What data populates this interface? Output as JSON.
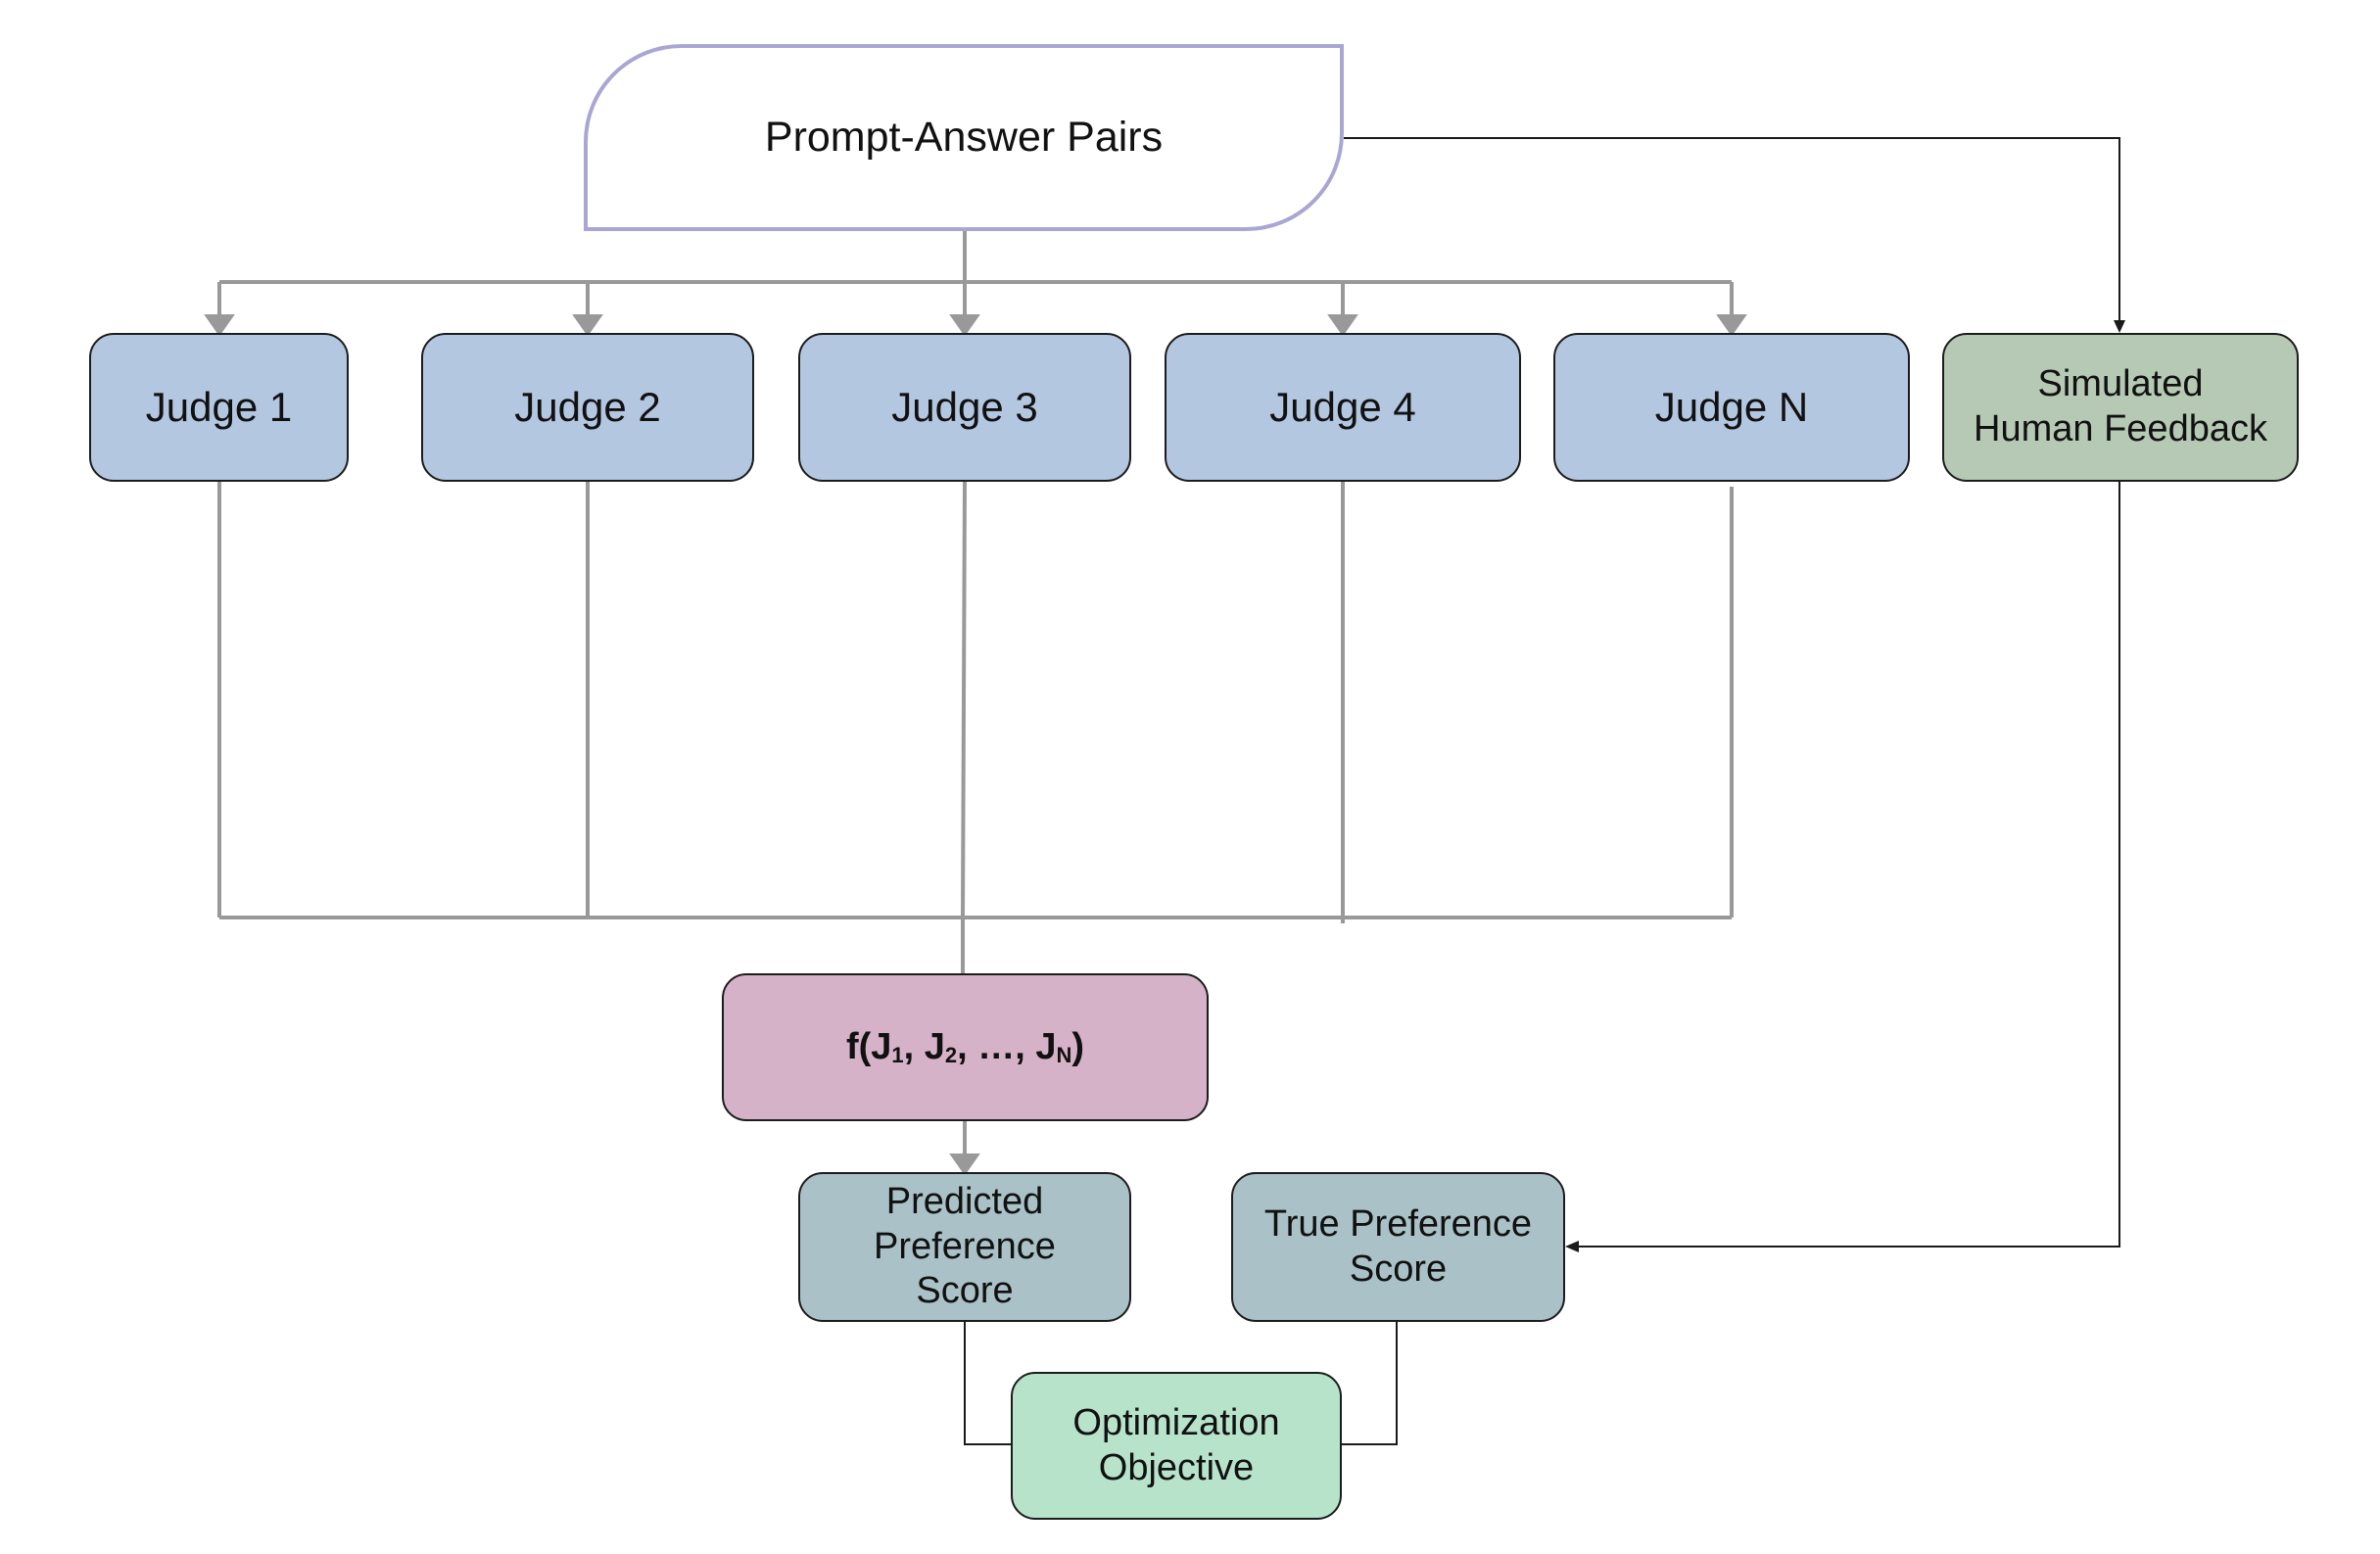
{
  "source": {
    "label": "Prompt-Answer Pairs"
  },
  "judges": [
    {
      "label": "Judge 1"
    },
    {
      "label": "Judge 2"
    },
    {
      "label": "Judge 3"
    },
    {
      "label": "Judge 4"
    },
    {
      "label": "Judge N"
    }
  ],
  "simulated_feedback": {
    "label": "Simulated\nHuman Feedback"
  },
  "aggregator": {
    "prefix": "f(J",
    "sub1": "1",
    "sep1": ", J",
    "sub2": "2",
    "sep2": ", …, J",
    "subN": "N",
    "suffix": ")"
  },
  "predicted_score": {
    "label": "Predicted\nPreference\nScore"
  },
  "true_score": {
    "label": "True Preference\nScore"
  },
  "objective": {
    "label": "Optimization\nObjective"
  },
  "colors": {
    "judge_fill": "#b3c7e1",
    "feedback_fill": "#b5c9b4",
    "aggregator_fill": "#d6b2c8",
    "score_fill": "#a9c1c7",
    "objective_fill": "#b8e3cb",
    "source_border": "#aaa6d4",
    "gray_connector": "#999999",
    "black_connector": "#1a1a1a"
  }
}
